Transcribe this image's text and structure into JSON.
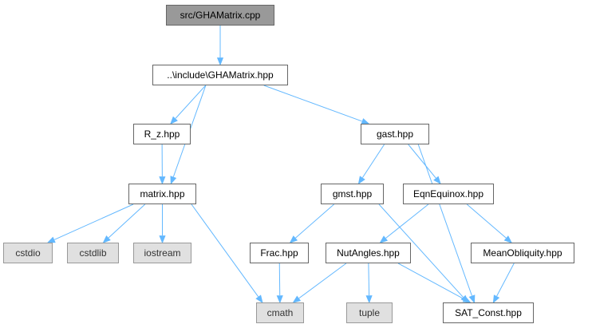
{
  "graph": {
    "colors": {
      "edge": "#63b8ff",
      "root_fill": "#999999",
      "header_fill": "#ffffff",
      "system_fill": "#e0e0e0",
      "border": "#666666"
    },
    "nodes": [
      {
        "id": "gha_cpp",
        "label": "src/GHAMatrix.cpp",
        "kind": "root"
      },
      {
        "id": "gha_hpp",
        "label": "..\\include\\GHAMatrix.hpp",
        "kind": "header"
      },
      {
        "id": "rz",
        "label": "R_z.hpp",
        "kind": "header"
      },
      {
        "id": "gast",
        "label": "gast.hpp",
        "kind": "header"
      },
      {
        "id": "matrix",
        "label": "matrix.hpp",
        "kind": "header"
      },
      {
        "id": "gmst",
        "label": "gmst.hpp",
        "kind": "header"
      },
      {
        "id": "eqn",
        "label": "EqnEquinox.hpp",
        "kind": "header"
      },
      {
        "id": "cstdio",
        "label": "cstdio",
        "kind": "system"
      },
      {
        "id": "cstdlib",
        "label": "cstdlib",
        "kind": "system"
      },
      {
        "id": "iostream",
        "label": "iostream",
        "kind": "system"
      },
      {
        "id": "frac",
        "label": "Frac.hpp",
        "kind": "header"
      },
      {
        "id": "nut",
        "label": "NutAngles.hpp",
        "kind": "header"
      },
      {
        "id": "mob",
        "label": "MeanObliquity.hpp",
        "kind": "header"
      },
      {
        "id": "cmath",
        "label": "cmath",
        "kind": "system"
      },
      {
        "id": "tuple",
        "label": "tuple",
        "kind": "system"
      },
      {
        "id": "sat",
        "label": "SAT_Const.hpp",
        "kind": "header"
      }
    ],
    "edges": [
      [
        "gha_cpp",
        "gha_hpp"
      ],
      [
        "gha_hpp",
        "rz"
      ],
      [
        "gha_hpp",
        "matrix"
      ],
      [
        "gha_hpp",
        "gast"
      ],
      [
        "rz",
        "matrix"
      ],
      [
        "gast",
        "gmst"
      ],
      [
        "gast",
        "eqn"
      ],
      [
        "gast",
        "sat"
      ],
      [
        "matrix",
        "cstdio"
      ],
      [
        "matrix",
        "cstdlib"
      ],
      [
        "matrix",
        "iostream"
      ],
      [
        "matrix",
        "cmath"
      ],
      [
        "gmst",
        "frac"
      ],
      [
        "gmst",
        "sat"
      ],
      [
        "eqn",
        "nut"
      ],
      [
        "eqn",
        "mob"
      ],
      [
        "frac",
        "cmath"
      ],
      [
        "nut",
        "cmath"
      ],
      [
        "nut",
        "tuple"
      ],
      [
        "nut",
        "sat"
      ],
      [
        "mob",
        "sat"
      ]
    ]
  }
}
